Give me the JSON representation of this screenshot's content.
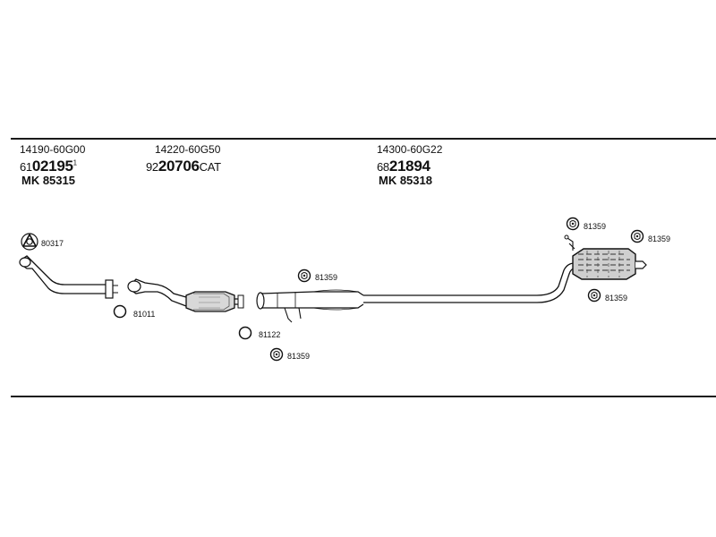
{
  "columns": [
    {
      "part_number": "14190-60G00",
      "ref_prefix": "61",
      "ref_main": "02195",
      "ref_sup": "1",
      "ref_suffix": "",
      "mk": "MK  85315"
    },
    {
      "part_number": "14220-60G50",
      "ref_prefix": "92",
      "ref_main": "20706",
      "ref_sup": "",
      "ref_suffix": "CAT",
      "mk": ""
    },
    {
      "part_number": "14300-60G22",
      "ref_prefix": "68",
      "ref_main": "21894",
      "ref_sup": "",
      "ref_suffix": "",
      "mk": "MK  85318"
    }
  ],
  "callouts": {
    "gasket_triangle": "80317",
    "ring_front": "81011",
    "ring_mid": "81122",
    "clamp_mid_top": "81359",
    "clamp_mid_bottom": "81359",
    "clamp_rear_top": "81359",
    "clamp_rear_right": "81359",
    "clamp_rear_lower": "81359"
  },
  "icons": {
    "triangle_gasket": "triangle-gasket-icon",
    "ring": "ring-gasket-icon",
    "clamp": "hanger-clamp-icon"
  }
}
